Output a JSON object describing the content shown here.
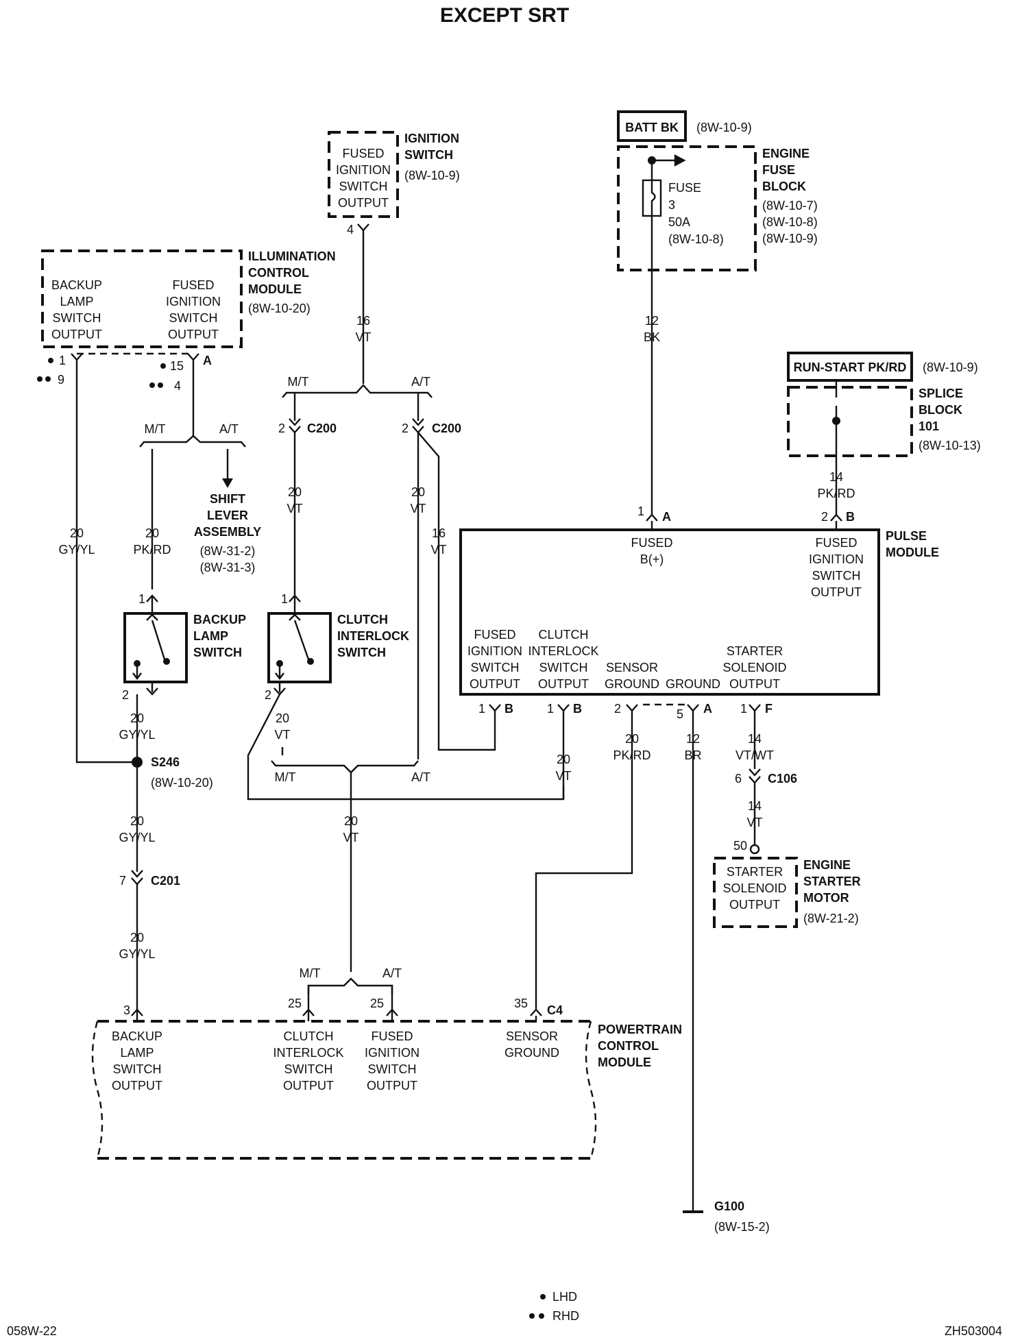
{
  "title": "EXCEPT SRT",
  "footer": {
    "left": "058W-22",
    "right": "ZH503004",
    "legend": [
      {
        "symbol": "single-dot",
        "label": "LHD"
      },
      {
        "symbol": "double-dot",
        "label": "RHD"
      }
    ]
  },
  "components": {
    "ignition_switch": {
      "name_lines": [
        "IGNITION",
        "SWITCH"
      ],
      "ref": "(8W-10-9)",
      "output_lines": [
        "FUSED",
        "IGNITION",
        "SWITCH",
        "OUTPUT"
      ],
      "pin": "4"
    },
    "batt_bk": {
      "label": "BATT BK",
      "ref": "(8W-10-9)"
    },
    "engine_fuse_block": {
      "name_lines": [
        "ENGINE",
        "FUSE",
        "BLOCK"
      ],
      "refs": [
        "(8W-10-7)",
        "(8W-10-8)",
        "(8W-10-9)"
      ],
      "fuse_lines": [
        "FUSE",
        "3",
        "50A",
        "(8W-10-8)"
      ]
    },
    "illumination_control_module": {
      "name_lines": [
        "ILLUMINATION",
        "CONTROL",
        "MODULE"
      ],
      "ref": "(8W-10-20)",
      "left_output_lines": [
        "BACKUP",
        "LAMP",
        "SWITCH",
        "OUTPUT"
      ],
      "right_output_lines": [
        "FUSED",
        "IGNITION",
        "SWITCH",
        "OUTPUT"
      ],
      "pin_left_lhd": "1",
      "pin_left_rhd": "9",
      "pin_right_lhd": "15",
      "pin_right_rhd": "4",
      "pin_right_letter": "A"
    },
    "run_start": {
      "label": "RUN-START PK/RD",
      "ref": "(8W-10-9)"
    },
    "splice_block": {
      "name_lines": [
        "SPLICE",
        "BLOCK",
        "101"
      ],
      "ref": "(8W-10-13)"
    },
    "shift_lever": {
      "name_lines": [
        "SHIFT",
        "LEVER",
        "ASSEMBLY"
      ],
      "refs": [
        "(8W-31-2)",
        "(8W-31-3)"
      ]
    },
    "backup_lamp_switch": {
      "name_lines": [
        "BACKUP",
        "LAMP",
        "SWITCH"
      ],
      "pin_top": "1",
      "pin_bottom": "2"
    },
    "clutch_interlock_switch": {
      "name_lines": [
        "CLUTCH",
        "INTERLOCK",
        "SWITCH"
      ],
      "pin_top": "1",
      "pin_bottom": "2"
    },
    "pulse_module": {
      "name_lines": [
        "PULSE",
        "MODULE"
      ],
      "fused_b_lines": [
        "FUSED",
        "B(+)"
      ],
      "fused_ign_lines": [
        "FUSED",
        "IGNITION",
        "SWITCH",
        "OUTPUT"
      ],
      "top_pins": [
        {
          "num": "1",
          "letter": "A"
        },
        {
          "num": "2",
          "letter": "B"
        }
      ],
      "bottom_labels": [
        [
          "FUSED",
          "IGNITION",
          "SWITCH",
          "OUTPUT"
        ],
        [
          "CLUTCH",
          "INTERLOCK",
          "SWITCH",
          "OUTPUT"
        ],
        [
          "SENSOR",
          "GROUND"
        ],
        [
          "GROUND"
        ],
        [
          "STARTER",
          "SOLENOID",
          "OUTPUT"
        ]
      ],
      "bottom_pins": [
        {
          "num": "1",
          "letter": "B"
        },
        {
          "num": "1",
          "letter": "B"
        },
        {
          "num": "2",
          "letter": ""
        },
        {
          "num": "5",
          "letter": "A"
        },
        {
          "num": "1",
          "letter": "F"
        }
      ]
    },
    "engine_starter_motor": {
      "name_lines": [
        "ENGINE",
        "STARTER",
        "MOTOR"
      ],
      "ref": "(8W-21-2)",
      "output_lines": [
        "STARTER",
        "SOLENOID",
        "OUTPUT"
      ],
      "pin": "50"
    },
    "pcm": {
      "name_lines": [
        "POWERTRAIN",
        "CONTROL",
        "MODULE"
      ],
      "connector": "C4",
      "labels": [
        [
          "BACKUP",
          "LAMP",
          "SWITCH",
          "OUTPUT"
        ],
        [
          "CLUTCH",
          "INTERLOCK",
          "SWITCH",
          "OUTPUT"
        ],
        [
          "FUSED",
          "IGNITION",
          "SWITCH",
          "OUTPUT"
        ],
        [
          "SENSOR",
          "GROUND"
        ]
      ],
      "pins": [
        "3",
        "25",
        "25",
        "35"
      ]
    },
    "s246": {
      "label": "S246",
      "ref": "(8W-10-20)"
    },
    "g100": {
      "label": "G100",
      "ref": "(8W-15-2)"
    }
  },
  "connectors": {
    "c200_left": {
      "pin": "2",
      "name": "C200"
    },
    "c200_right": {
      "pin": "2",
      "name": "C200"
    },
    "c201": {
      "pin": "7",
      "name": "C201"
    },
    "c106": {
      "pin": "6",
      "name": "C106"
    }
  },
  "options": {
    "mt": "M/T",
    "at": "A/T"
  },
  "wires": {
    "ign_out": [
      "16",
      "VT"
    ],
    "batt": [
      "12",
      "BK"
    ],
    "runstart": [
      "14",
      "PK/RD"
    ],
    "gyyl_1": [
      "20",
      "GY/YL"
    ],
    "pkrd_icm": [
      "20",
      "PK/RD"
    ],
    "c200_left": [
      "20",
      "VT"
    ],
    "c200_right": [
      "20",
      "VT"
    ],
    "c200_right_16": [
      "16",
      "VT"
    ],
    "gyyl_2": [
      "20",
      "GY/YL"
    ],
    "clutch_out": [
      "20",
      "VT"
    ],
    "pm_clutch": [
      "20",
      "VT"
    ],
    "pm_sensor": [
      "20",
      "PK/RD"
    ],
    "pm_ground": [
      "12",
      "BR"
    ],
    "pm_starter": [
      "14",
      "VT/WT"
    ],
    "starter_vt": [
      "14",
      "VT"
    ],
    "vt_to_pcm": [
      "20",
      "VT"
    ],
    "gyyl_3": [
      "20",
      "GY/YL"
    ],
    "gyyl_4": [
      "20",
      "GY/YL"
    ]
  }
}
